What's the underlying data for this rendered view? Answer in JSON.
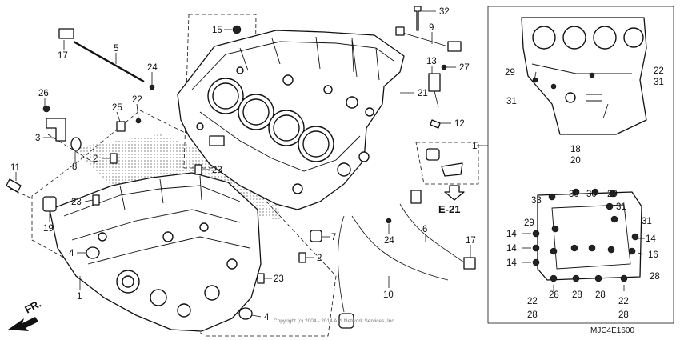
{
  "callouts": {
    "c32": "32",
    "c15": "15",
    "c9": "9",
    "c17a": "17",
    "c5": "5",
    "c24a": "24",
    "c13": "13",
    "c27": "27",
    "c21": "21",
    "c26": "26",
    "c22a": "22",
    "c25": "25",
    "c3": "3",
    "c8": "8",
    "c12": "12",
    "c2a": "2",
    "c11": "11",
    "c23a": "23",
    "c23b": "23",
    "c19": "19",
    "c4a": "4",
    "c1": "1",
    "c7": "7",
    "c24b": "24",
    "c6": "6",
    "c17b": "17",
    "c2b": "2",
    "c23c": "23",
    "c10": "10",
    "c4b": "4",
    "c29a": "29",
    "c31a": "31",
    "c22b": "22",
    "c31b": "31",
    "c18": "18",
    "c20": "20",
    "c1r": "1",
    "c30a": "30",
    "c30b": "30",
    "c29b": "29",
    "c33": "33",
    "c31c": "31",
    "c29c": "29",
    "c31d": "31",
    "c14a": "14",
    "c14b": "14",
    "c14c": "14",
    "c14d": "14",
    "c16": "16",
    "c22c": "22",
    "c28a": "28",
    "c28b": "28",
    "c28c": "28",
    "c22d": "22",
    "c28d": "28",
    "c28e": "28",
    "c28f": "28"
  },
  "section_ref": "E-21",
  "direction_label": "FR.",
  "diagram_code": "MJC4E1600",
  "copyright": "Copyright (c) 2004 - 2014 ARI Network Services, Inc."
}
